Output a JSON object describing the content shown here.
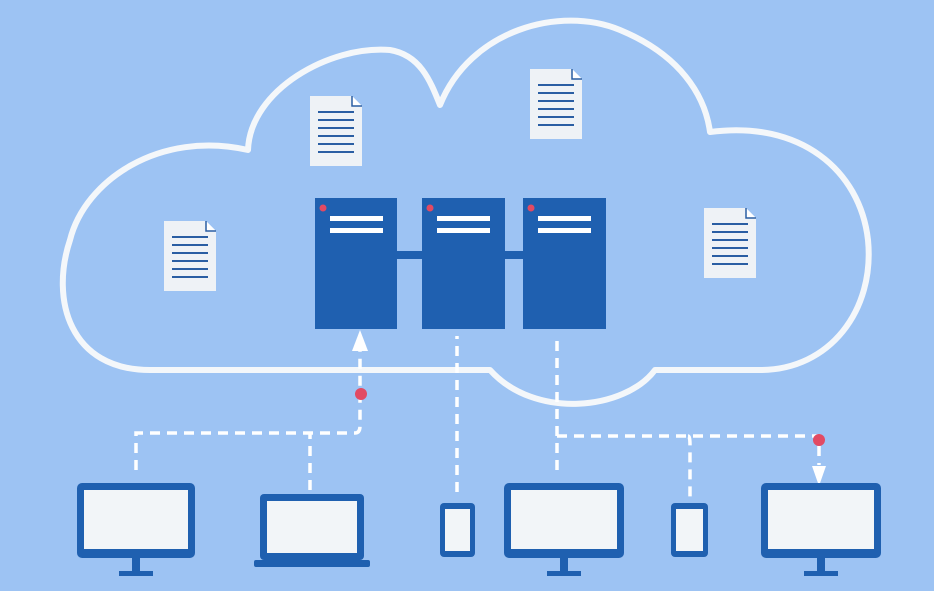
{
  "colors": {
    "background": "#9dc3f3",
    "cloud_outline": "#f4f7fa",
    "server": "#1f60b0",
    "server_slot": "#ffffff",
    "indicator_dot": "#e24a63",
    "device_frame": "#1f60b0",
    "device_screen": "#f2f5f8",
    "connector": "#ffffff",
    "document": "#eef2f6",
    "document_lines": "#2a5ea3"
  },
  "icons": {
    "cloud": "cloud-icon",
    "server": "server-icon",
    "document": "document-icon",
    "monitor": "monitor-icon",
    "laptop": "laptop-icon",
    "phone": "phone-icon"
  },
  "diagram": {
    "server_count": 3,
    "document_count": 4,
    "devices": [
      "monitor",
      "laptop",
      "phone",
      "monitor",
      "phone",
      "monitor"
    ]
  }
}
